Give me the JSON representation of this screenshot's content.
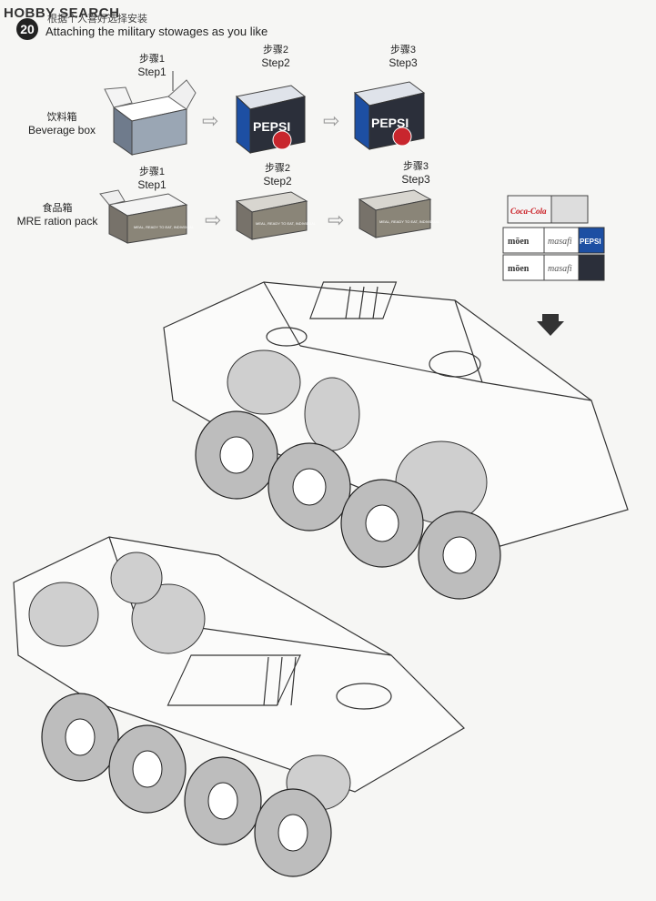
{
  "watermark": "HOBBY SEARCH",
  "header": {
    "step_number": "20",
    "title_cn": "根据个人喜好选择安装",
    "title_en": "Attaching the military stowages as you like"
  },
  "rows": [
    {
      "label_cn": "饮料箱",
      "label_en": "Beverage box",
      "steps": [
        {
          "cn": "步骤1",
          "en": "Step1"
        },
        {
          "cn": "步骤2",
          "en": "Step2"
        },
        {
          "cn": "步骤3",
          "en": "Step3"
        }
      ],
      "box_text": "PEPSI"
    },
    {
      "label_cn": "食品箱",
      "label_en": "MRE ration pack",
      "steps": [
        {
          "cn": "步骤1",
          "en": "Step1"
        },
        {
          "cn": "步骤2",
          "en": "Step2"
        },
        {
          "cn": "步骤3",
          "en": "Step3"
        }
      ],
      "box_text": "MEAL, READY TO EAT, INDIVIDUAL"
    }
  ],
  "stack_labels": {
    "cola": "Coca-Cola",
    "pepsi": "PEPSI",
    "moen": "mōen",
    "masafi": "masafi"
  },
  "colors": {
    "pepsi_blue": "#1d4fa3",
    "pepsi_red": "#c8262d",
    "cola_red": "#c8161d",
    "mre_tan": "#8a8578",
    "line": "#333333"
  }
}
